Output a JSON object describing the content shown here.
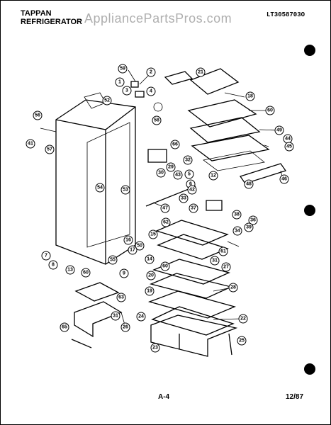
{
  "header": {
    "brand_line1": "TAPPAN",
    "brand_line2": "REFRIGERATOR",
    "model": "LT3058703O",
    "watermark": "AppliancePartsPros.com"
  },
  "footer": {
    "page": "A-4",
    "date": "12/87"
  },
  "callouts": [
    "59",
    "2",
    "1",
    "3",
    "4",
    "21",
    "18",
    "52",
    "58",
    "60",
    "56",
    "41",
    "57",
    "49",
    "44",
    "45",
    "32",
    "66",
    "29",
    "30",
    "43",
    "5",
    "12",
    "6",
    "46",
    "54",
    "53",
    "42",
    "48",
    "33",
    "37",
    "38",
    "36",
    "47",
    "39",
    "34",
    "50",
    "15",
    "62",
    "61",
    "17",
    "16",
    "14",
    "9",
    "55",
    "8",
    "7",
    "13",
    "63",
    "31",
    "26",
    "65",
    "60",
    "31",
    "27",
    "28",
    "19",
    "20",
    "24",
    "22",
    "23",
    "25",
    "60"
  ]
}
